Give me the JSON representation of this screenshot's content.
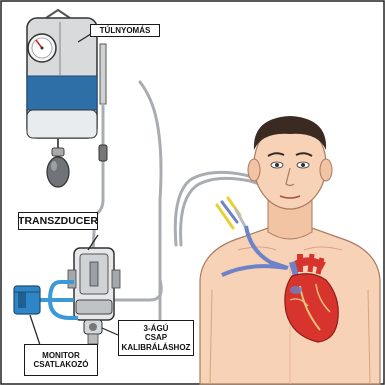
{
  "labels": {
    "overpressure": "TÚLNYOMÁS",
    "transducer": "TRANSZDUCER",
    "stopcock": "3-ÁGÚ\nCSAP\nKALIBRÁLÁSHOZ",
    "monitor": "MONITOR\nCSATLAKOZÓ"
  },
  "colors": {
    "skin": "#f7d2b6",
    "skin_shadow": "#e8b796",
    "hair": "#3a2a22",
    "cuff": "#2f6fa8",
    "monitor_cable": "#3b9ad6",
    "heart": "#d8342e",
    "tube": "#b9bcc0",
    "catheter_yellow": "#e7d234",
    "catheter_blue": "#6d82c7"
  }
}
